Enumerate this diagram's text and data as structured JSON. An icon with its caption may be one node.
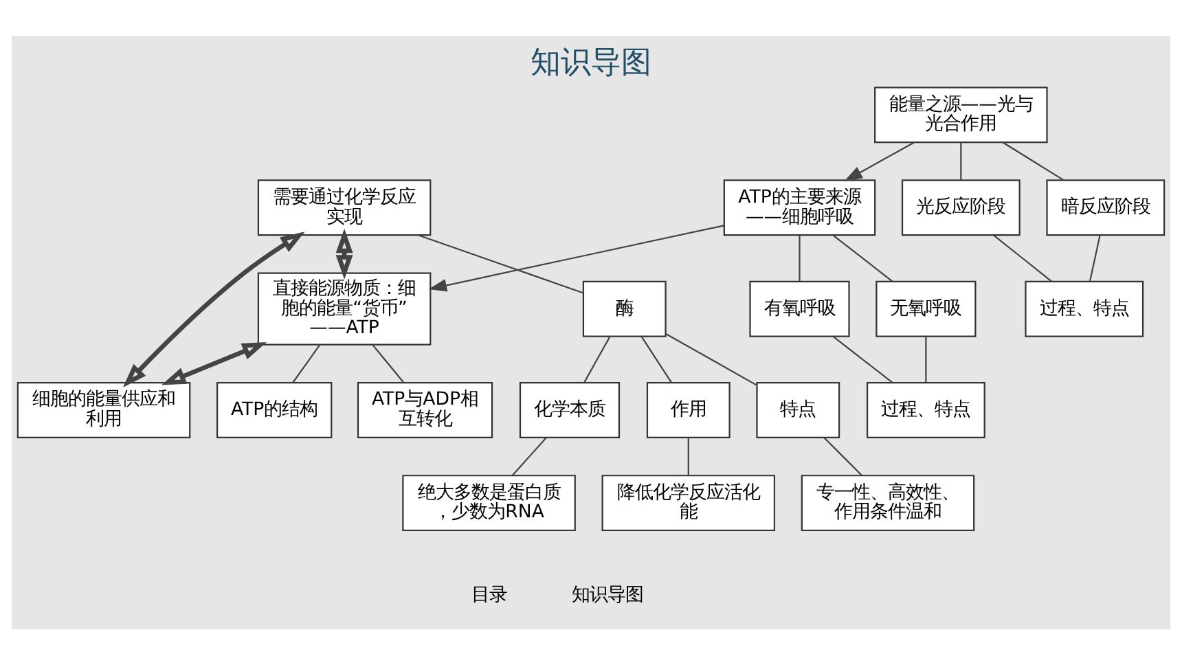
{
  "diagram": {
    "title": "知识导图",
    "nodes": [
      {
        "text": [
          "细胞的能量供应和利用"
        ]
      },
      {
        "text": [
          "需要通过化学反应实现"
        ]
      },
      {
        "text": [
          "直接能源物质：细胞的能量“货币”——ATP"
        ]
      },
      {
        "text": [
          "ATP的结构"
        ]
      },
      {
        "text": [
          "ATP与ADP相互转化"
        ]
      },
      {
        "text": [
          "酶"
        ]
      },
      {
        "text": [
          "化学本质"
        ]
      },
      {
        "text": [
          "作用"
        ]
      },
      {
        "text": [
          "特点"
        ]
      },
      {
        "text": [
          "ATP的主要来源——细胞呼吸"
        ]
      },
      {
        "text": [
          "有氧呼吸"
        ]
      },
      {
        "text": [
          "无氧呼吸"
        ]
      },
      {
        "text": [
          "过程、特点"
        ]
      },
      {
        "text": [
          "绝大多数是蛋白质，少数为RNA"
        ]
      },
      {
        "text": [
          "降低化学反应活化能"
        ]
      },
      {
        "text": [
          "专一性、高效性、作用条件温和"
        ]
      },
      {
        "text": [
          "能量之源——光与光合作用"
        ]
      },
      {
        "text": [
          "光反应阶段"
        ]
      },
      {
        "text": [
          "暗反应阶段"
        ]
      },
      {
        "text": [
          "过程、特点"
        ]
      }
    ],
    "edges": [
      {
        "from": 1,
        "to": 0,
        "arrow": "both",
        "style": "thick"
      },
      {
        "from": 2,
        "to": 0,
        "arrow": "both",
        "style": "thick"
      },
      {
        "from": 1,
        "to": 2,
        "arrow": "both",
        "style": "thick"
      },
      {
        "from": 2,
        "to": 3,
        "arrow": "none"
      },
      {
        "from": 2,
        "to": 4,
        "arrow": "none"
      },
      {
        "from": 1,
        "to": 5,
        "arrow": "none"
      },
      {
        "from": 5,
        "to": 6,
        "arrow": "none"
      },
      {
        "from": 5,
        "to": 7,
        "arrow": "none"
      },
      {
        "from": 5,
        "to": 8,
        "arrow": "none"
      },
      {
        "from": 9,
        "to": 2,
        "arrow": "to"
      },
      {
        "from": 9,
        "to": 10,
        "arrow": "none"
      },
      {
        "from": 9,
        "to": 11,
        "arrow": "none"
      },
      {
        "from": 10,
        "to": 12,
        "arrow": "none"
      },
      {
        "from": 11,
        "to": 12,
        "arrow": "none"
      },
      {
        "from": 6,
        "to": 13,
        "arrow": "none"
      },
      {
        "from": 7,
        "to": 14,
        "arrow": "none"
      },
      {
        "from": 8,
        "to": 15,
        "arrow": "none"
      },
      {
        "from": 16,
        "to": 9,
        "arrow": "to"
      },
      {
        "from": 16,
        "to": 17,
        "arrow": "none"
      },
      {
        "from": 16,
        "to": 18,
        "arrow": "none"
      },
      {
        "from": 17,
        "to": 19,
        "arrow": "none"
      },
      {
        "from": 18,
        "to": 19,
        "arrow": "none"
      }
    ],
    "labels": [
      "目录",
      "知识导图"
    ]
  }
}
